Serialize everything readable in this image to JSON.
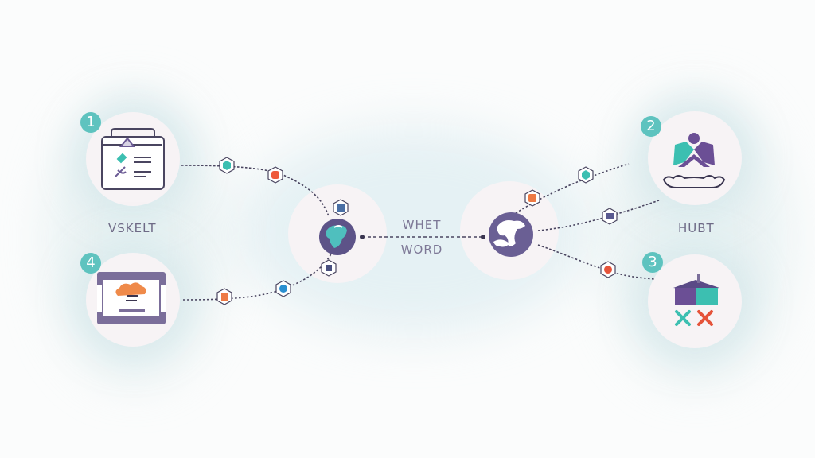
{
  "diagram": {
    "colors": {
      "background": "#fbfcfc",
      "node_fill": "#f7f3f5",
      "badge": "#5ec3bf",
      "purple": "#6b5b95",
      "teal": "#3cbfb1",
      "orange": "#ee7a45",
      "red": "#e5533a",
      "line": "#4a4560"
    },
    "nodes": [
      {
        "id": 1,
        "badge": "1",
        "label": "VSKELT",
        "icon": "clipboard-checklist-icon"
      },
      {
        "id": 2,
        "badge": "2",
        "label": "HUBT",
        "icon": "reader-with-book-icon"
      },
      {
        "id": 3,
        "badge": "3",
        "label": "",
        "icon": "open-box-with-crosses-icon"
      },
      {
        "id": 4,
        "badge": "4",
        "label": "",
        "icon": "monitor-with-cloud-icon"
      }
    ],
    "hubs": [
      {
        "id": "left-globe",
        "icon": "globe-teal-icon"
      },
      {
        "id": "right-globe",
        "icon": "globe-white-icon"
      }
    ],
    "center": {
      "line1": "WHET",
      "line2": "WORD"
    },
    "connector_markers": [
      {
        "id": "m1",
        "color": "#3cbfb1",
        "icon": "hexagon-teal-marker-icon"
      },
      {
        "id": "m2",
        "color": "#ee5a3a",
        "icon": "hexagon-red-marker-icon"
      },
      {
        "id": "m3",
        "color": "#4a6fa5",
        "icon": "hexagon-blue-marker-icon"
      },
      {
        "id": "m4",
        "color": "#ee7a45",
        "icon": "hexagon-orange-marker-icon"
      },
      {
        "id": "m5",
        "color": "#2a8fd0",
        "icon": "hexagon-blue-marker-icon"
      },
      {
        "id": "m6",
        "color": "#4a5080",
        "icon": "hexagon-navy-marker-icon"
      },
      {
        "id": "m7",
        "color": "#ee7a45",
        "icon": "hexagon-orange-marker-icon"
      },
      {
        "id": "m8",
        "color": "#3cbfb1",
        "icon": "hexagon-teal-marker-icon"
      },
      {
        "id": "m9",
        "color": "#5a5a90",
        "icon": "hexagon-navy-marker-icon"
      },
      {
        "id": "m10",
        "color": "#e5533a",
        "icon": "hexagon-red-marker-icon"
      }
    ]
  }
}
